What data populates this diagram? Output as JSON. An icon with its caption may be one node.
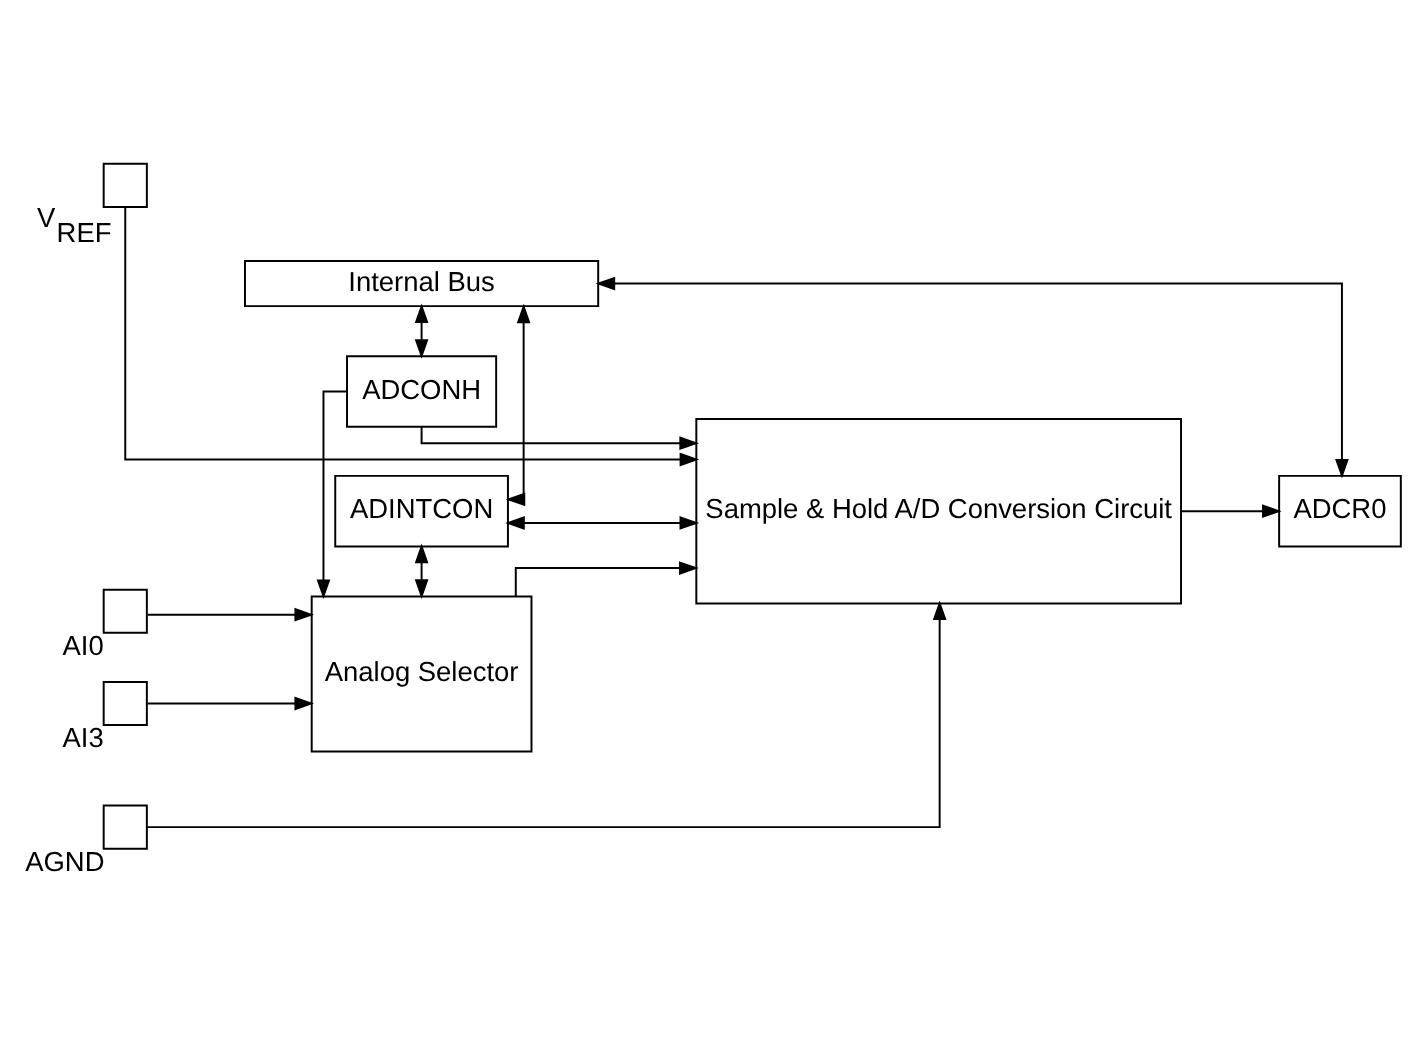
{
  "diagram": {
    "nodes": [
      {
        "text": [],
        "shape": "box",
        "beside": [
          "V$_{REF}$"
        ]
      },
      {
        "text": [],
        "shape": "box",
        "beside": [
          "AGND"
        ]
      },
      {
        "text": [],
        "shape": "box",
        "beside": [
          "AI0"
        ]
      },
      {
        "text": [],
        "shape": "box",
        "beside": [
          "AI3"
        ]
      },
      {
        "text": [
          "Sample & Hold A/D Conversion Circuit"
        ]
      },
      {
        "text": [
          "ADCR0"
        ]
      },
      {
        "text": [
          "Analog Selector"
        ]
      },
      {
        "text": [
          "ADCONH"
        ]
      },
      {
        "text": [
          "ADINTCON"
        ]
      },
      {
        "text": [
          "Internal Bus"
        ]
      }
    ],
    "edges": [
      {
        "from": 0,
        "to": 4,
        "arrow": "to"
      },
      {
        "from": 1,
        "to": 4,
        "arrow": "to"
      },
      {
        "from": 4,
        "to": 5,
        "arrow": "to"
      },
      {
        "from": 2,
        "to": 6,
        "arrow": "to"
      },
      {
        "from": 3,
        "to": 6,
        "arrow": "to"
      },
      {
        "from": 6,
        "to": 4,
        "arrow": "to"
      },
      {
        "from": 7,
        "to": 4,
        "arrow": "to"
      },
      {
        "from": 7,
        "to": 6,
        "arrow": "to"
      },
      {
        "from": 8,
        "to": 4,
        "arrow": "both"
      },
      {
        "from": 8,
        "to": 6,
        "arrow": "both"
      },
      {
        "from": 9,
        "to": 7,
        "arrow": "both"
      },
      {
        "from": 9,
        "to": 8,
        "arrow": "both"
      },
      {
        "from": 9,
        "to": 5,
        "arrow": "both"
      }
    ]
  }
}
